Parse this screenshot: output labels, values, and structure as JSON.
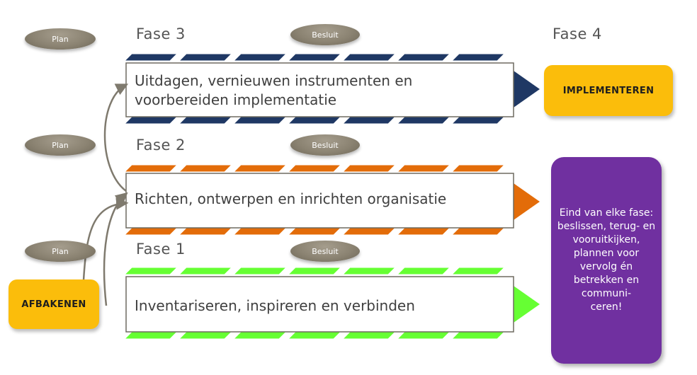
{
  "phases": [
    {
      "id": "fase-3",
      "label": "Fase 3",
      "plan": "Plan",
      "besluit": "Besluit",
      "description": "Uitdagen, vernieuwen instrumenten en\nvoorbereiden implementatie",
      "color": "#1f3864"
    },
    {
      "id": "fase-2",
      "label": "Fase 2",
      "plan": "Plan",
      "besluit": "Besluit",
      "description": "Richten, ontwerpen en inrichten organisatie",
      "color": "#e36c09"
    },
    {
      "id": "fase-1",
      "label": "Fase 1",
      "plan": "Plan",
      "besluit": "Besluit",
      "description": "Inventariseren, inspireren en verbinden",
      "color": "#66ff33"
    }
  ],
  "fase4": {
    "label": "Fase 4",
    "box": "IMPLEMENTEREN"
  },
  "start": {
    "box": "AFBAKENEN"
  },
  "note": "Eind van elke fase: beslissen, terug- en vooruitkijken, plannen voor vervolg én betrekken en communi-\nceren!",
  "colors": {
    "yellow": "#fbbd0b",
    "purple": "#7030a0",
    "pill": "#8b8372",
    "arrow": "#7f7a6e"
  }
}
